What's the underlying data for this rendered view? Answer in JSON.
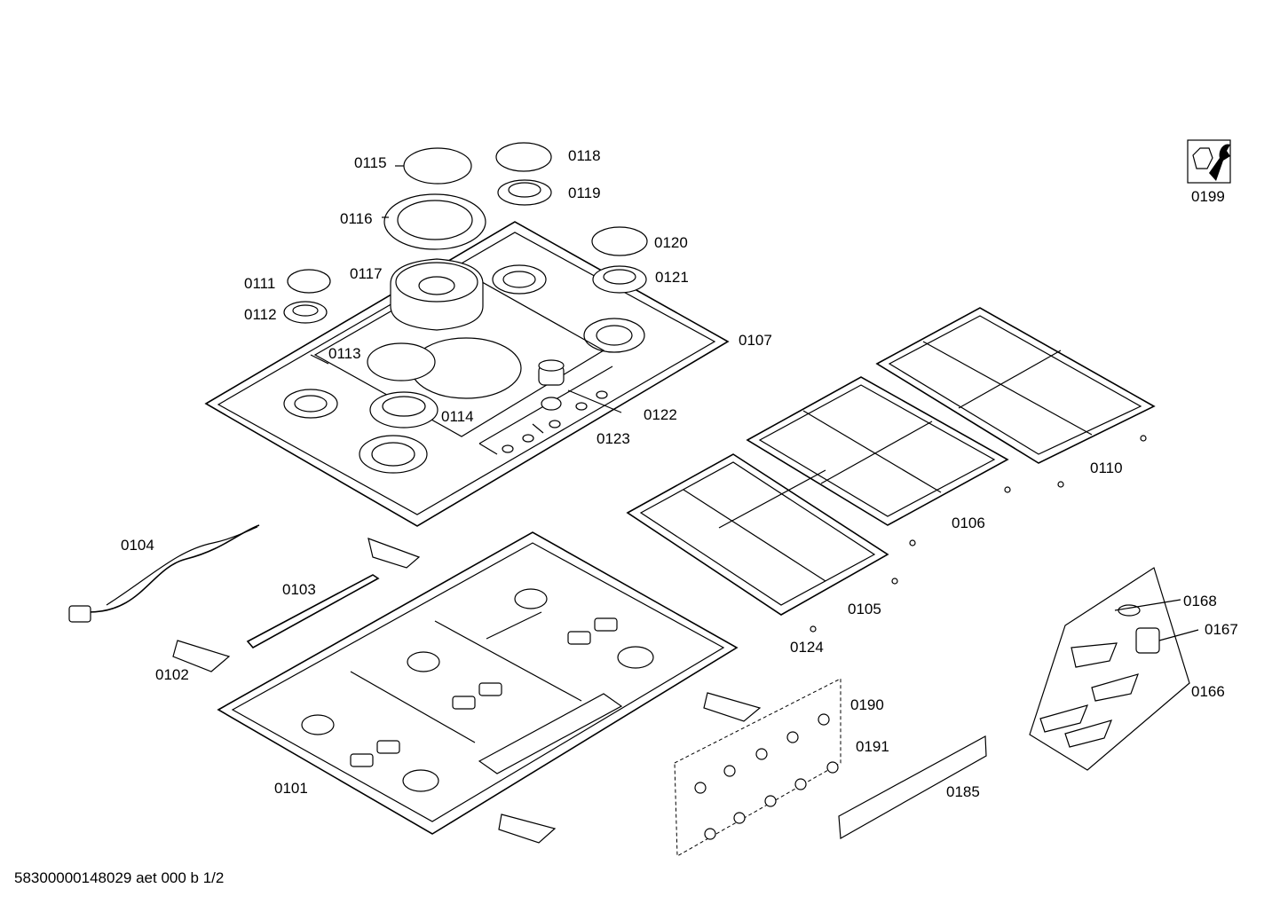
{
  "parts": {
    "p0101": "0101",
    "p0102": "0102",
    "p0103": "0103",
    "p0104": "0104",
    "p0105": "0105",
    "p0106": "0106",
    "p0107": "0107",
    "p0110": "0110",
    "p0111": "0111",
    "p0112": "0112",
    "p0113": "0113",
    "p0114": "0114",
    "p0115": "0115",
    "p0116": "0116",
    "p0117": "0117",
    "p0118": "0118",
    "p0119": "0119",
    "p0120": "0120",
    "p0121": "0121",
    "p0122": "0122",
    "p0123": "0123",
    "p0124": "0124",
    "p0166": "0166",
    "p0167": "0167",
    "p0168": "0168",
    "p0185": "0185",
    "p0190": "0190",
    "p0191": "0191",
    "p0199": "0199"
  },
  "footer": {
    "doc_id": "58300000148029 aet 000 b 1/2"
  },
  "icons": {
    "service_tool": "wrench-nut-icon"
  }
}
